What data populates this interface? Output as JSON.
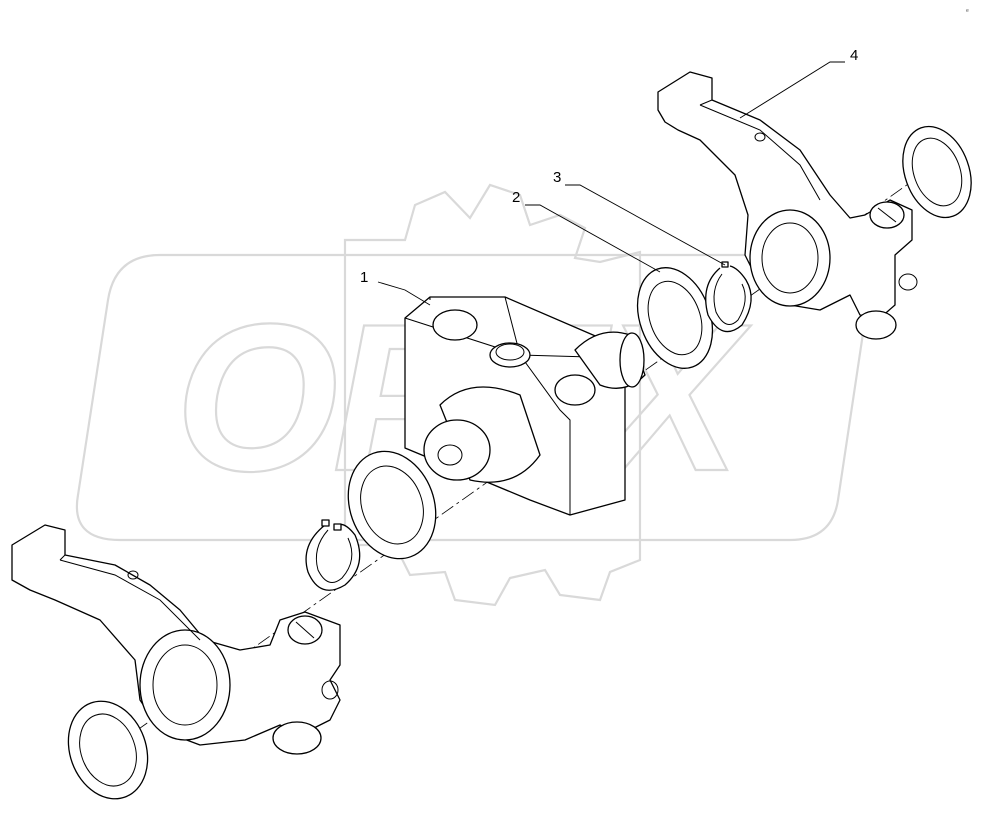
{
  "callouts": [
    {
      "label": "1"
    },
    {
      "label": "2"
    },
    {
      "label": "3"
    },
    {
      "label": "4"
    }
  ],
  "watermark": {
    "text": "OPEX"
  },
  "corner_mark": "e"
}
